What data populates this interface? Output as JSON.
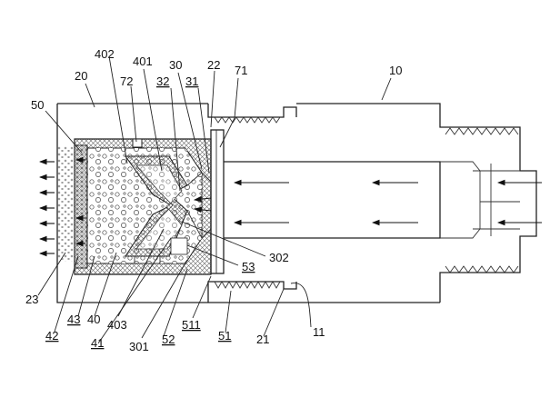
{
  "diagram": {
    "labels": [
      {
        "id": "10",
        "text": "10",
        "underline": false
      },
      {
        "id": "20",
        "text": "20",
        "underline": false
      },
      {
        "id": "22",
        "text": "22",
        "underline": false
      },
      {
        "id": "23",
        "text": "23",
        "underline": false
      },
      {
        "id": "30",
        "text": "30",
        "underline": false
      },
      {
        "id": "31",
        "text": "31",
        "underline": true
      },
      {
        "id": "32",
        "text": "32",
        "underline": true
      },
      {
        "id": "40",
        "text": "40",
        "underline": false
      },
      {
        "id": "41",
        "text": "41",
        "underline": true
      },
      {
        "id": "42",
        "text": "42",
        "underline": true
      },
      {
        "id": "43",
        "text": "43",
        "underline": true
      },
      {
        "id": "50",
        "text": "50",
        "underline": false
      },
      {
        "id": "51",
        "text": "51",
        "underline": true
      },
      {
        "id": "52",
        "text": "52",
        "underline": true
      },
      {
        "id": "53",
        "text": "53",
        "underline": true
      },
      {
        "id": "71",
        "text": "71",
        "underline": false
      },
      {
        "id": "72",
        "text": "72",
        "underline": false
      },
      {
        "id": "11",
        "text": "11",
        "underline": false
      },
      {
        "id": "21",
        "text": "21",
        "underline": false
      },
      {
        "id": "301",
        "text": "301",
        "underline": false
      },
      {
        "id": "302",
        "text": "302",
        "underline": false
      },
      {
        "id": "401",
        "text": "401",
        "underline": false
      },
      {
        "id": "402",
        "text": "402",
        "underline": false
      },
      {
        "id": "403",
        "text": "403",
        "underline": false
      },
      {
        "id": "511",
        "text": "511",
        "underline": true
      }
    ],
    "colors": {
      "line": "#222222",
      "hatch": "#555555",
      "background": "#ffffff"
    }
  }
}
